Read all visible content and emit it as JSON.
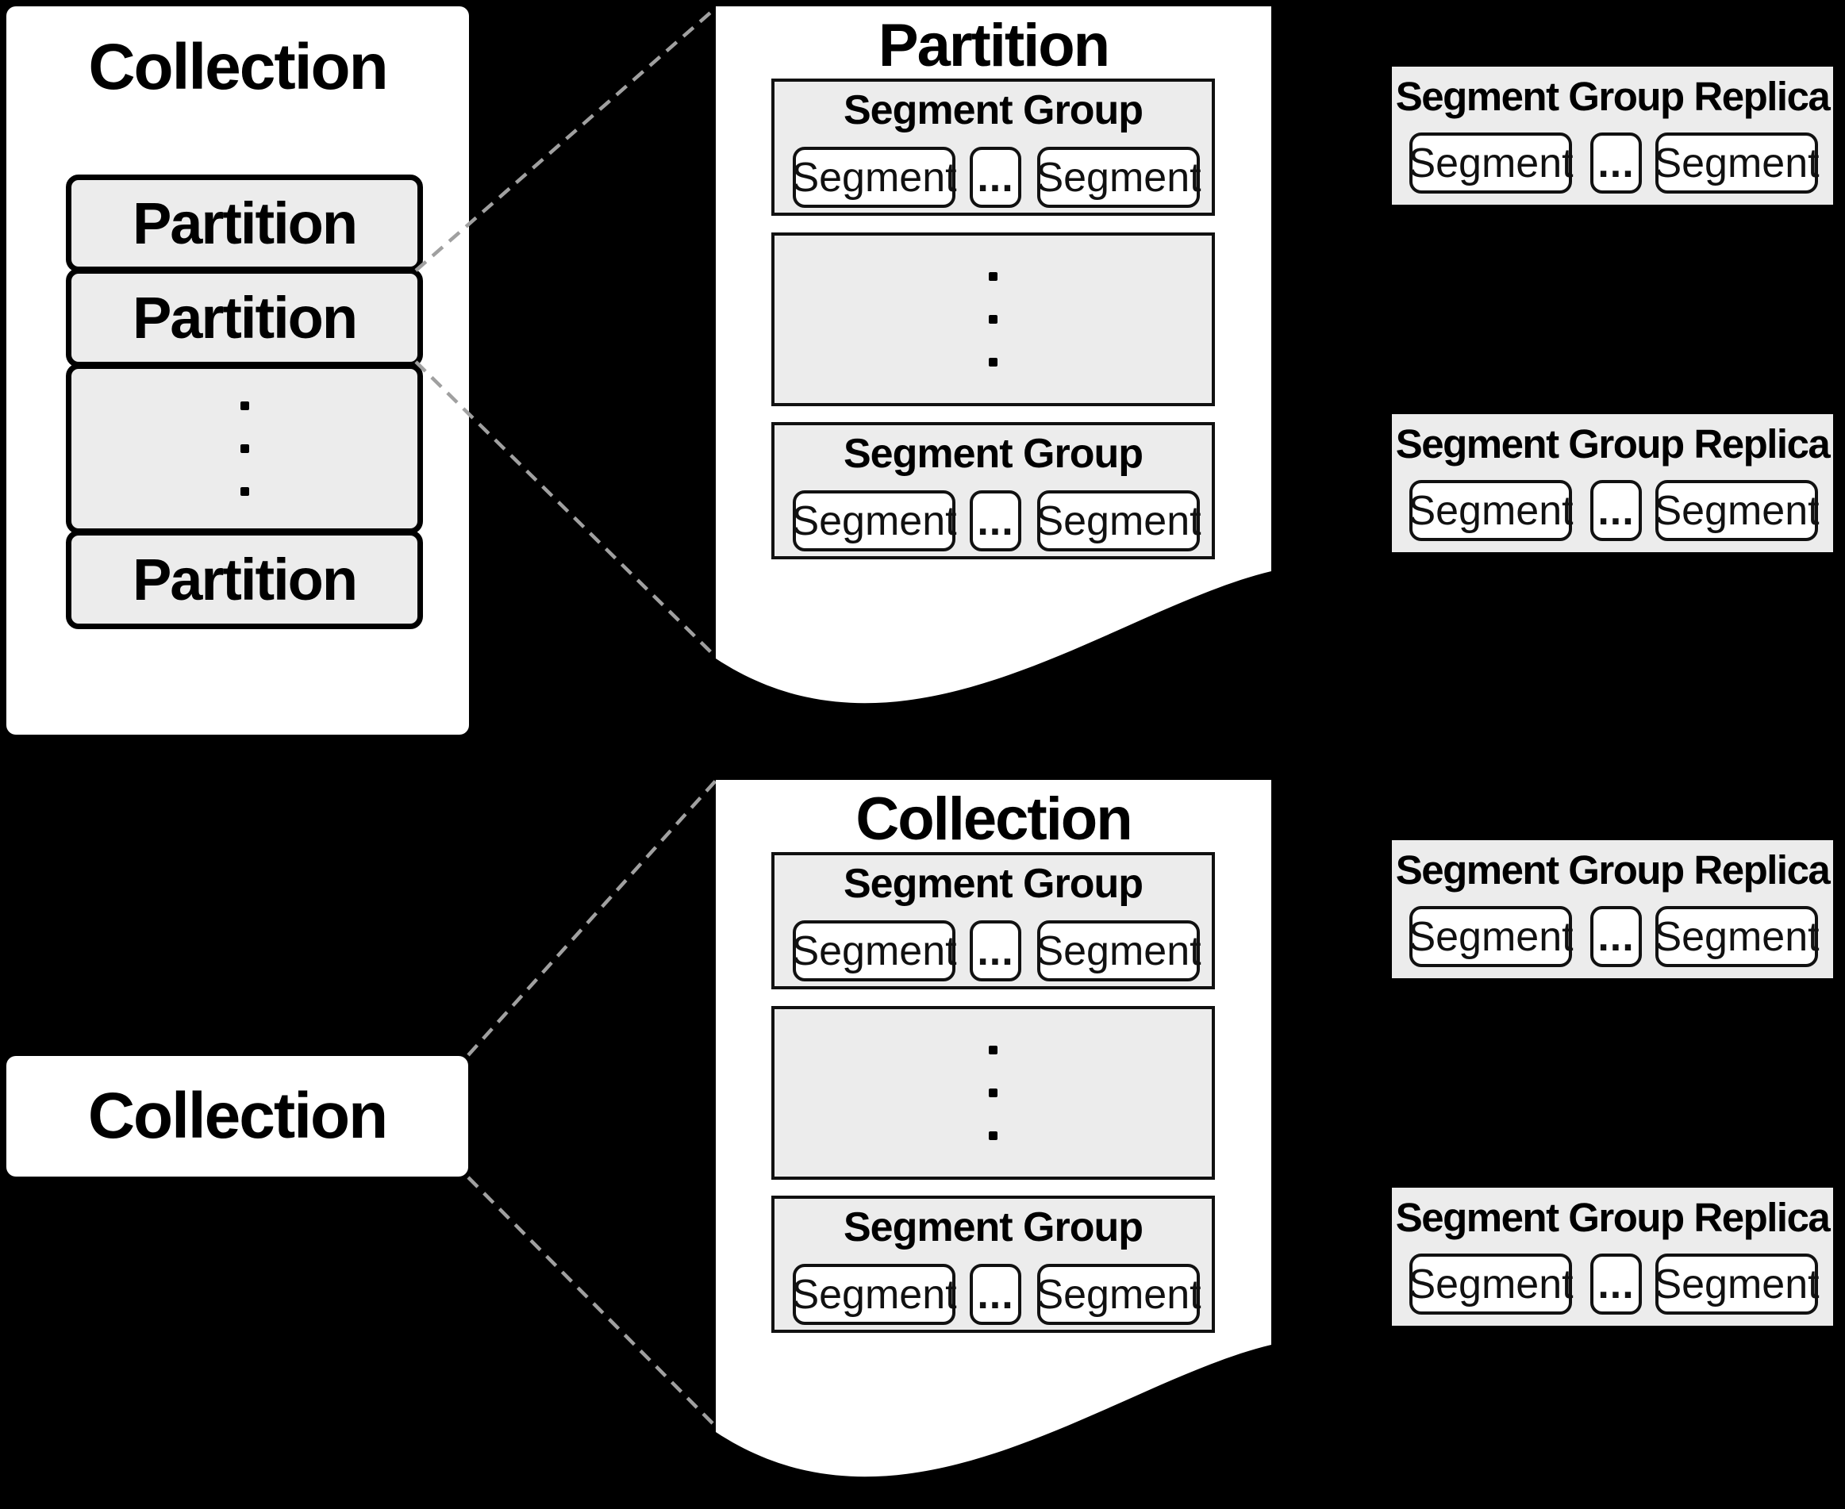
{
  "colors": {
    "background": "#000000",
    "panel": "#ffffff",
    "box_fill": "#ececec",
    "border": "#000000",
    "dashed_line": "#a0a0a0"
  },
  "top_left_collection": {
    "title": "Collection",
    "partition_rows": [
      "Partition",
      "Partition",
      "Partition"
    ]
  },
  "partition_detail_panel": {
    "title": "Partition",
    "segment_group_top": {
      "title": "Segment Group",
      "segment_left": "Segment",
      "ellipsis": "...",
      "segment_right": "Segment"
    },
    "segment_group_bottom": {
      "title": "Segment Group",
      "segment_left": "Segment",
      "ellipsis": "...",
      "segment_right": "Segment"
    }
  },
  "bottom_left_collection": {
    "title": "Collection"
  },
  "collection_detail_panel": {
    "title": "Collection",
    "segment_group_top": {
      "title": "Segment Group",
      "segment_left": "Segment",
      "ellipsis": "...",
      "segment_right": "Segment"
    },
    "segment_group_bottom": {
      "title": "Segment Group",
      "segment_left": "Segment",
      "ellipsis": "...",
      "segment_right": "Segment"
    }
  },
  "replicas": [
    {
      "title": "Segment Group Replica",
      "segment_left": "Segment",
      "ellipsis": "...",
      "segment_right": "Segment"
    },
    {
      "title": "Segment Group Replica",
      "segment_left": "Segment",
      "ellipsis": "...",
      "segment_right": "Segment"
    },
    {
      "title": "Segment Group Replica",
      "segment_left": "Segment",
      "ellipsis": "...",
      "segment_right": "Segment"
    },
    {
      "title": "Segment Group Replica",
      "segment_left": "Segment",
      "ellipsis": "...",
      "segment_right": "Segment"
    }
  ],
  "vertical_ellipsis": "."
}
